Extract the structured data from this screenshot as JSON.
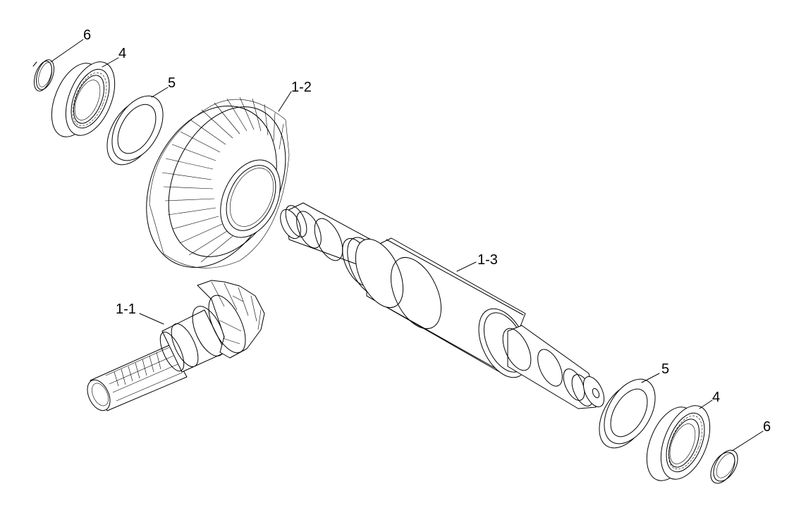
{
  "callouts": {
    "ring_top": "6",
    "bearing_top": "4",
    "washer_top": "5",
    "bevel_gear": "1-2",
    "pinion_shaft": "1-1",
    "main_shaft": "1-3",
    "washer_bottom": "5",
    "bearing_bottom": "4",
    "ring_bottom": "6"
  },
  "colors": {
    "line": "#000000",
    "background": "#ffffff"
  }
}
